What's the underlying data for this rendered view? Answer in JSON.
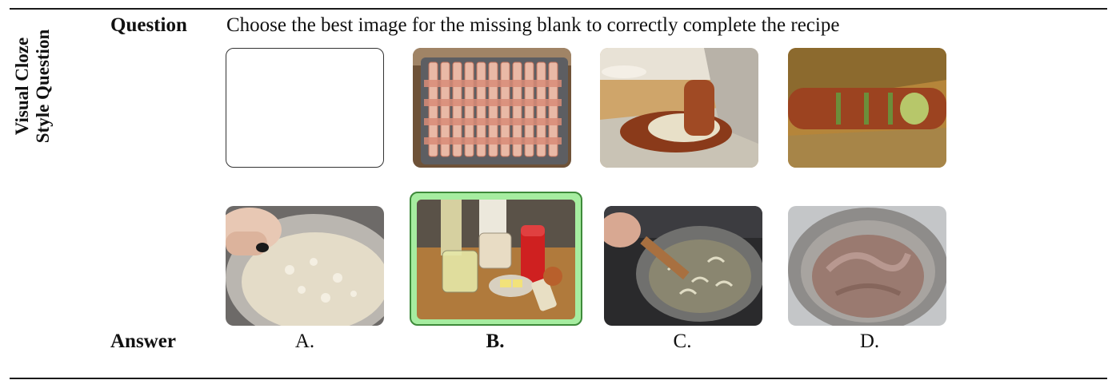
{
  "side_label": {
    "line1": "Visual Cloze",
    "line2": "Style Question"
  },
  "question": {
    "label": "Question",
    "text": "Choose the best image for the missing blank to correctly complete the recipe"
  },
  "question_images": [
    {
      "name": "missing-blank"
    },
    {
      "name": "bacon-strips-on-pan"
    },
    {
      "name": "bacon-roll-on-foil"
    },
    {
      "name": "bacon-roll-sliced"
    }
  ],
  "answer": {
    "label": "Answer",
    "choices": [
      {
        "letter": "A.",
        "image": "rice-in-bowl",
        "selected": false
      },
      {
        "letter": "B.",
        "image": "ingredients-on-counter",
        "selected": true
      },
      {
        "letter": "C.",
        "image": "onions-in-pot",
        "selected": false
      },
      {
        "letter": "D.",
        "image": "chocolate-mousse-bowl",
        "selected": false
      }
    ]
  },
  "colors": {
    "selected_fill": "#a6eda0",
    "selected_border": "#3e8a3a"
  }
}
